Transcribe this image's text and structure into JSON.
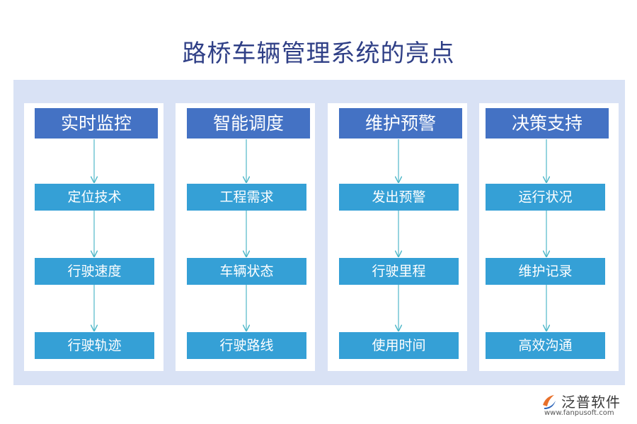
{
  "title": "路桥车辆管理系统的亮点",
  "columns": [
    {
      "header": "实时监控",
      "items": [
        "定位技术",
        "行驶速度",
        "行驶轨迹"
      ]
    },
    {
      "header": "智能调度",
      "items": [
        "工程需求",
        "车辆状态",
        "行驶路线"
      ]
    },
    {
      "header": "维护预警",
      "items": [
        "发出预警",
        "行驶里程",
        "使用时间"
      ]
    },
    {
      "header": "决策支持",
      "items": [
        "运行状况",
        "维护记录",
        "高效沟通"
      ]
    }
  ],
  "logo": {
    "name": "泛普软件",
    "url": "www.fanpusoft.com"
  },
  "colors": {
    "title": "#2f3f86",
    "panel": "#d9e2f5",
    "header": "#4472c4",
    "box": "#35a0d6",
    "arrow": "#4fb8c9",
    "logo_orange": "#e8702a",
    "logo_blue": "#2a63b8"
  }
}
